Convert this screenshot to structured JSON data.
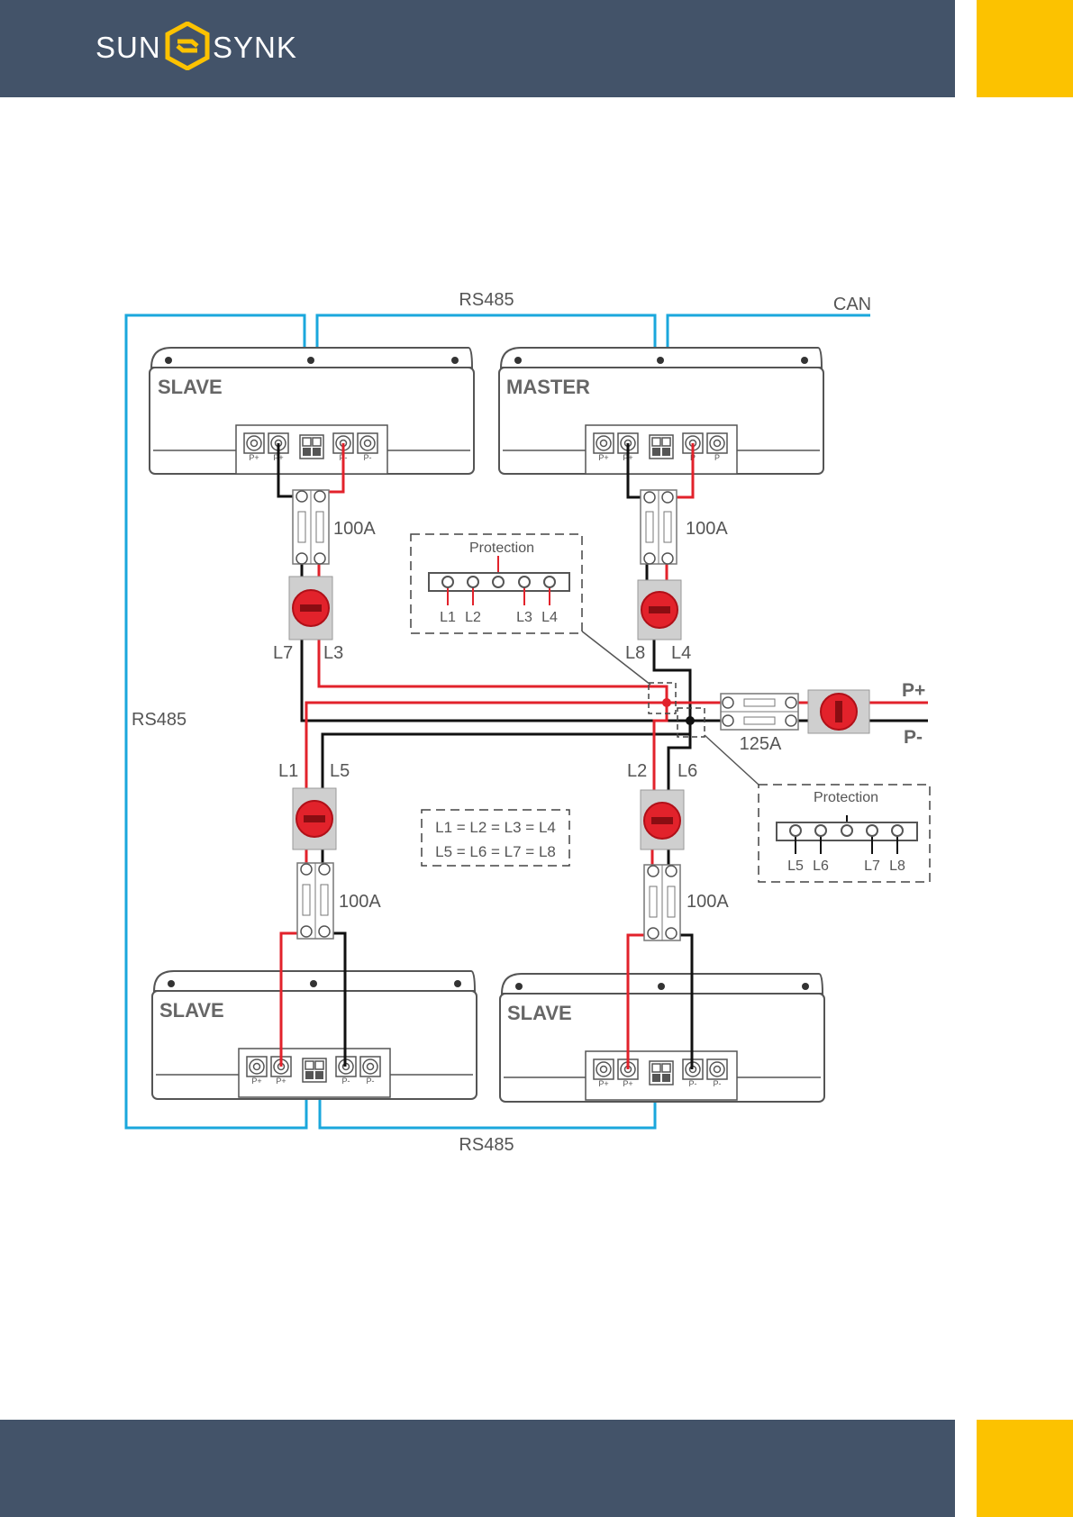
{
  "header": {
    "brand_left": "SUN",
    "brand_right": "SYNK",
    "brand_color": "#435369",
    "accent_color": "#fcc200"
  },
  "diagram": {
    "comm_labels": {
      "rs485_top": "RS485",
      "can": "CAN",
      "rs485_left": "RS485",
      "rs485_bottom": "RS485"
    },
    "batteries": {
      "top_left": "SLAVE",
      "top_right": "MASTER",
      "bottom_left": "SLAVE",
      "bottom_right": "SLAVE"
    },
    "terminal_labels": {
      "top_left": [
        "P+",
        "P+",
        "P-",
        "P-"
      ],
      "top_right": [
        "P+",
        "P+",
        "P",
        "P"
      ],
      "bottom_left": [
        "P+",
        "P+",
        "P-",
        "P-"
      ],
      "bottom_right": [
        "P+",
        "P+",
        "P-",
        "P-"
      ]
    },
    "fuse_labels": {
      "top_left": "100A",
      "top_right": "100A",
      "bottom_left": "100A",
      "bottom_right": "100A",
      "main": "125A"
    },
    "cable_labels": {
      "l7": "L7",
      "l3": "L3",
      "l8": "L8",
      "l4": "L4",
      "l1": "L1",
      "l5": "L5",
      "l2": "L2",
      "l6": "L6"
    },
    "protection_top": {
      "title": "Protection",
      "labels": [
        "L1",
        "L2",
        "L3",
        "L4"
      ]
    },
    "protection_right": {
      "title": "Protection",
      "labels": [
        "L5",
        "L6",
        "L7",
        "L8"
      ]
    },
    "equation": {
      "line1": "L1 = L2 = L3 = L4",
      "line2": "L5 = L6 = L7 = L8"
    },
    "outputs": {
      "positive": "P+",
      "negative": "P-"
    },
    "colors": {
      "rs485": "#1aa7dc",
      "positive": "#e2222b",
      "negative": "#111111",
      "outline": "#555555"
    }
  }
}
